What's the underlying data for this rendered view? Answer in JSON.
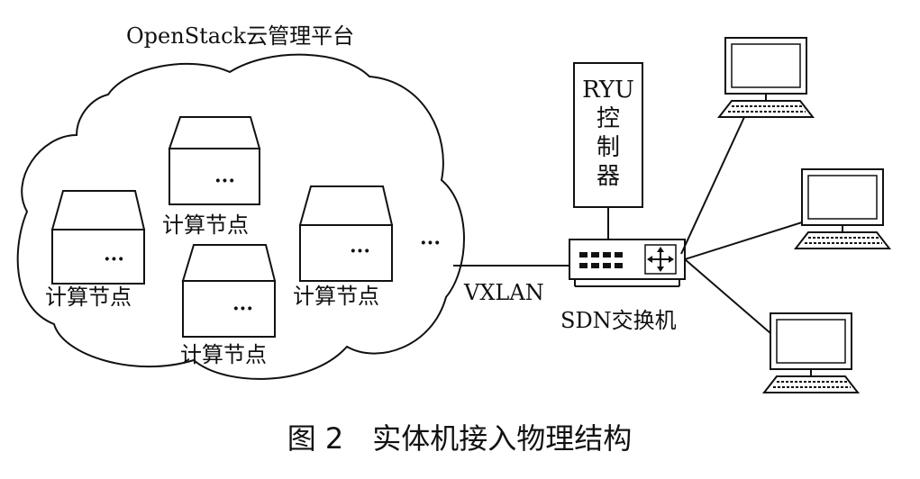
{
  "cloud": {
    "title": "OpenStack云管理平台"
  },
  "nodes": [
    {
      "label": "计算节点",
      "dots": "···"
    },
    {
      "label": "计算节点",
      "dots": "···"
    },
    {
      "label": "计算节点",
      "dots": "···"
    },
    {
      "label": "计算节点",
      "dots": "···"
    }
  ],
  "cloud_ellipsis": "···",
  "link_label": "VXLAN",
  "controller": {
    "lines": [
      "RYU",
      "控",
      "制",
      "器"
    ]
  },
  "switch": {
    "label": "SDN交换机"
  },
  "caption": {
    "text": "图 2　实体机接入物理结构"
  },
  "icons": [
    "server-icon",
    "switch-icon",
    "computer-icon"
  ]
}
